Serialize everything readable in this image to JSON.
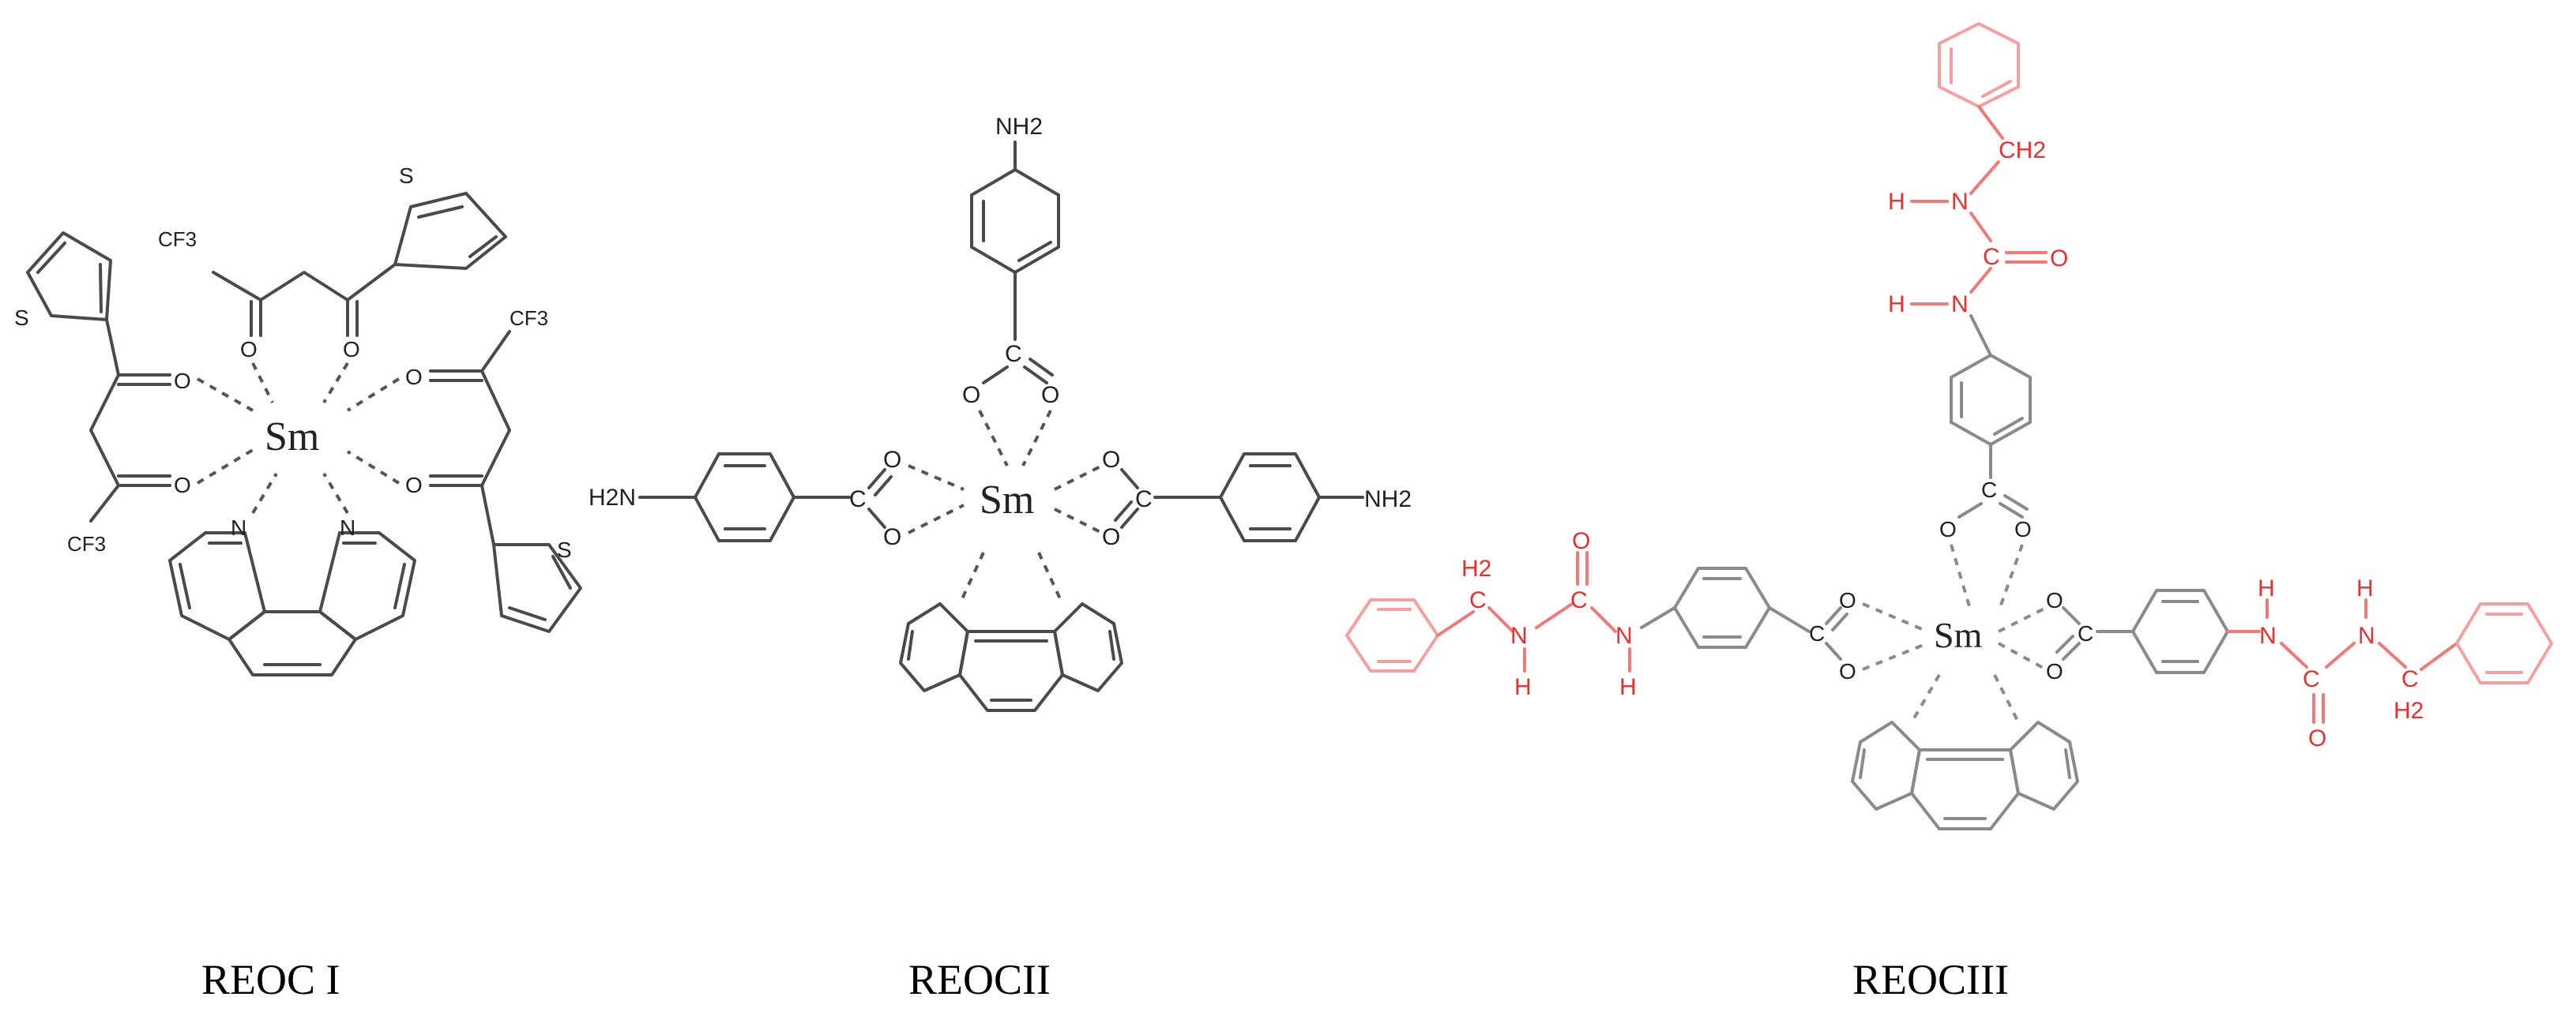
{
  "captions": [
    "REOC I",
    "REOCII",
    "REOCIII"
  ],
  "metal": "Sm",
  "atoms": {
    "sulfur": "S",
    "oxygen": "O",
    "nitrogen": "N",
    "hydrogen": "H",
    "carbon": "C",
    "trifluoromethyl": "CF3",
    "amino": "NH2",
    "amino_left": "H2N",
    "methylene": "CH2",
    "methylene_h2": "H2"
  },
  "colors": {
    "black_structure": "#4a4a4a",
    "gray_structure": "#8a8a8a",
    "red_highlight": "#e83030"
  }
}
